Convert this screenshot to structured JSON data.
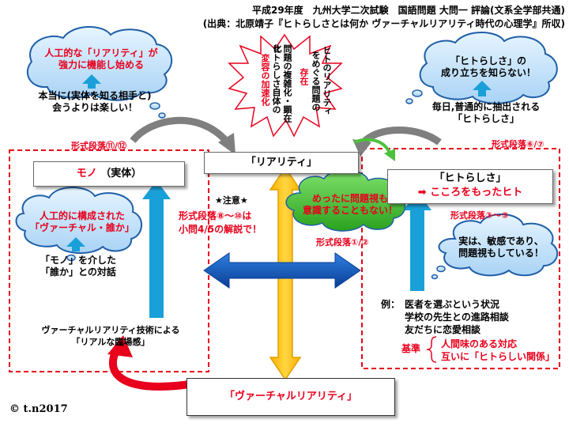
{
  "header": {
    "line1": "平成29年度　九州大学二次試験　国語問題 大問一 評論(文系全学部共通)",
    "line2": "(出典：北原靖子『ヒトらしさとは何か ヴァーチャルリアリティ時代の心理学』所収)"
  },
  "burst": {
    "line1": "ヒトのリアリティ",
    "line2": "をめぐる問題の",
    "line3": "存在",
    "line4": "問題の複雑化・顕在化",
    "line5": "ヒトらしさ自体の",
    "line6": "変容の加速化"
  },
  "top_left_cloud": {
    "line1": "人工的な「リアリティ」が",
    "line2": "強力に機能し始める"
  },
  "top_left_text": {
    "line1": "本当に(実体を知る相手と)",
    "line2": "会うよりは楽しい！"
  },
  "top_right_cloud": {
    "line1": "「ヒトらしさ」の",
    "line2": "成り立ちを知らない！"
  },
  "top_right_text": {
    "line1": "毎日,普通的に抽出される",
    "line2": "「ヒトらしさ」"
  },
  "section_labels": {
    "s11_12": "形式段落⑪/⑫",
    "s6_7": "形式段落⑥/⑦",
    "s3_5": "形式段落③〜⑤",
    "s1_2": "形式段落①/②"
  },
  "mono_box": {
    "main": "モノ",
    "sub": "（実体）"
  },
  "reality_box": {
    "label": "「リアリティ」"
  },
  "hitorashisa_box": {
    "line1": "「ヒトらしさ」",
    "arrow": "➡",
    "line2": "こころをもったヒト"
  },
  "virtual_box": {
    "label": "「ヴァーチャルリアリティ」"
  },
  "note": {
    "title": "★注意★",
    "line1": "形式段落⑧〜⑩は",
    "line2": "小問4/5の解説で！"
  },
  "green_cloud": {
    "line1": "めったに問題視も",
    "line2": "意識することもない！"
  },
  "left_cloud": {
    "line1": "人工的に構成された",
    "line2": "「ヴァーチャル・誰か」"
  },
  "left_text": {
    "line1": "「モノ」を介した",
    "line2": "「誰か」との対話"
  },
  "left_bottom_text": {
    "line1": "ヴァーチャルリアリティ技術による",
    "line2": "「リアルな臨場感」"
  },
  "right_cloud": {
    "line1": "実は、敏感であり、",
    "line2": "問題視もしている！"
  },
  "examples": {
    "label": "例：",
    "line1": "医者を選ぶという状況",
    "line2": "学校の先生との進路相談",
    "line3": "友だちに恋愛相談"
  },
  "criteria": {
    "label": "基準",
    "line1": "人間味のある対応",
    "line2": "互いに「ヒトらしい関係」"
  },
  "copyright": "© t.n2017",
  "colors": {
    "red": "#e8001c",
    "cloud_fill": "#cfe8fb",
    "cloud_stroke": "#1f5fa8",
    "arrow_blue": "#1aa0d8",
    "arrow_dark_blue": "#0d58b8",
    "arrow_yellow": "#ffc000",
    "arrow_orange": "#f0a000",
    "green_fill": "#4cc23c",
    "burst_stroke": "#e8001c",
    "gray_arrow": "#7f7f7f"
  }
}
